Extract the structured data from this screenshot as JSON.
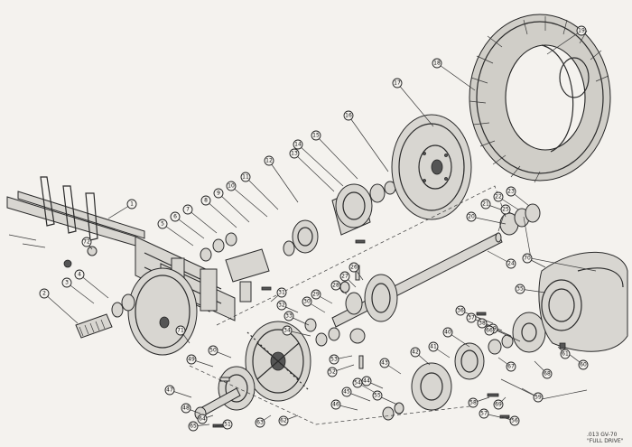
{
  "diagram": {
    "callouts": [
      "1",
      "2",
      "3",
      "4",
      "5",
      "6",
      "7",
      "8",
      "9",
      "10",
      "11",
      "12",
      "13",
      "14",
      "15",
      "16",
      "17",
      "18",
      "19",
      "20",
      "21",
      "22",
      "23",
      "24",
      "25",
      "26",
      "27",
      "28",
      "29",
      "30",
      "31",
      "32",
      "33",
      "34",
      "35",
      "36",
      "37",
      "38",
      "39",
      "40",
      "41",
      "42",
      "43",
      "44",
      "45",
      "46",
      "47",
      "48",
      "49",
      "50",
      "51",
      "52",
      "53",
      "54",
      "55",
      "56",
      "57",
      "58",
      "59",
      "60",
      "61",
      "62",
      "63",
      "64",
      "65",
      "66",
      "67",
      "68",
      "69",
      "70",
      "71",
      "72"
    ],
    "stamp_text": ".013 GV-70\n\"FULL DRIVE\""
  }
}
